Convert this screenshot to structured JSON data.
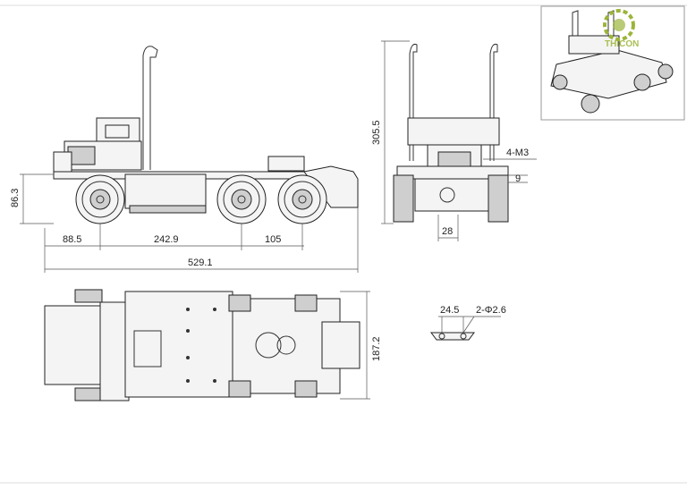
{
  "dimensions": {
    "height_axle": "86.3",
    "front_overhang": "88.5",
    "wheelbase": "242.9",
    "tandem_spacing": "105",
    "total_length": "529.1",
    "total_height": "305.5",
    "mount_screw": "4-M3",
    "mount_offset": "9",
    "hitch_width": "28",
    "frame_width": "187.2",
    "plate_width": "24.5",
    "hole_spec": "2-Φ2.6"
  },
  "logo": {
    "brand_text": "THICON"
  },
  "colors": {
    "line": "#333333",
    "fill": "#f4f4f4",
    "logo_green": "#9bb53a"
  }
}
